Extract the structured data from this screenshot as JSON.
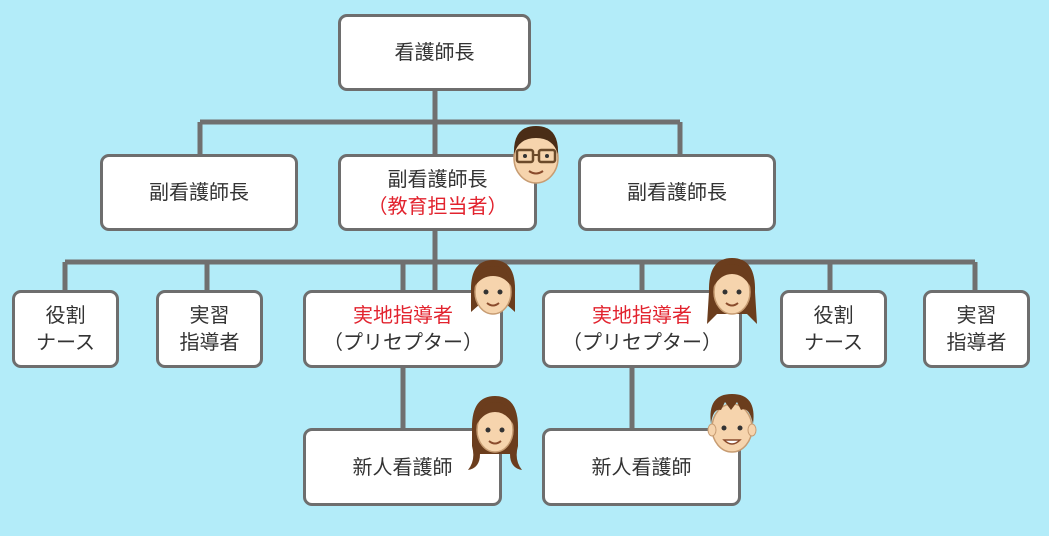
{
  "colors": {
    "background": "#b3ecf9",
    "line": "#707070",
    "box_border": "#6e6e6e",
    "highlight_text": "#e2232e"
  },
  "head_nurse": {
    "label": "看護師長"
  },
  "vice_left": {
    "label": "副看護師長"
  },
  "vice_center": {
    "label": "副看護師長",
    "sub": "（教育担当者）"
  },
  "vice_right": {
    "label": "副看護師長"
  },
  "role_left": {
    "line1": "役割",
    "line2": "ナース"
  },
  "training_left": {
    "line1": "実習",
    "line2": "指導者"
  },
  "preceptor_left": {
    "line1": "実地指導者",
    "line2": "（プリセプター）"
  },
  "preceptor_right": {
    "line1": "実地指導者",
    "line2": "（プリセプター）"
  },
  "role_right": {
    "line1": "役割",
    "line2": "ナース"
  },
  "training_right": {
    "line1": "実習",
    "line2": "指導者"
  },
  "new_nurse_left": {
    "label": "新人看護師"
  },
  "new_nurse_right": {
    "label": "新人看護師"
  }
}
